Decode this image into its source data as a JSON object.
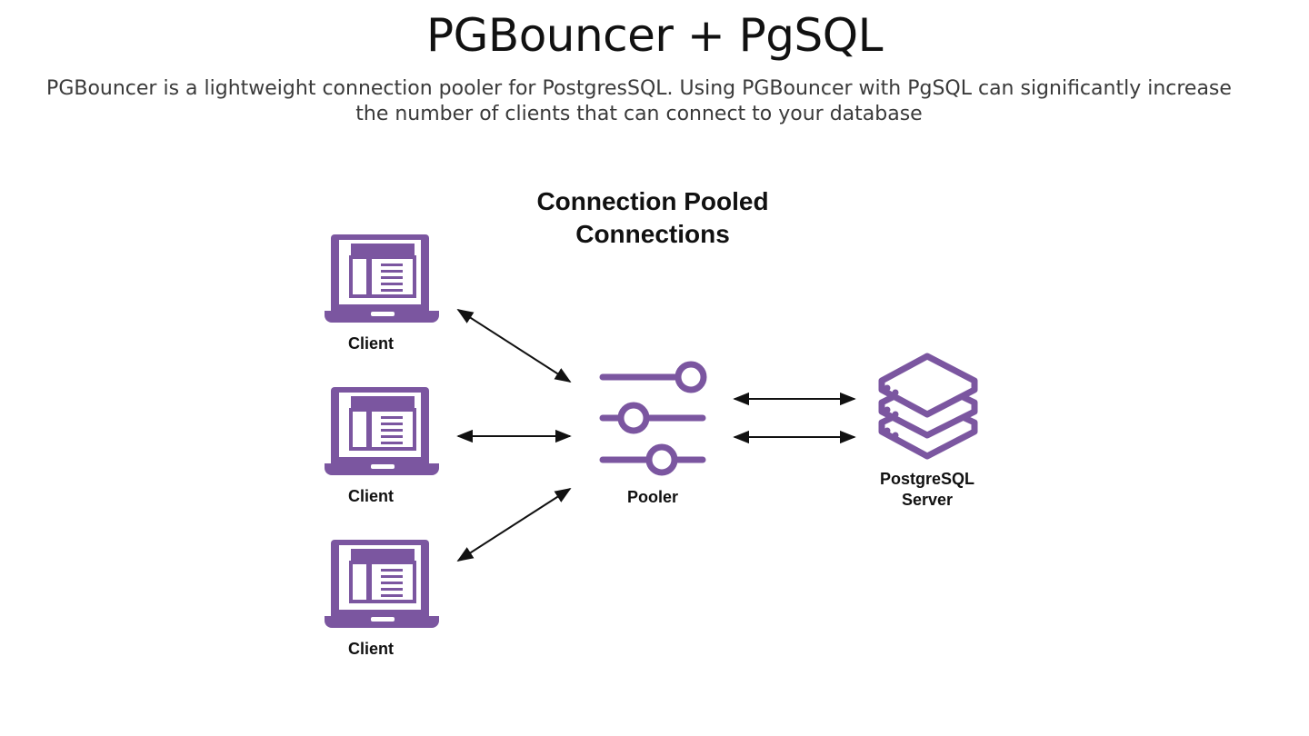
{
  "slide": {
    "title": "PGBouncer + PgSQL",
    "subtitle": "PGBouncer is a lightweight connection pooler for PostgresSQL. Using PGBouncer with PgSQL can significantly increase the number of clients that can connect to your database"
  },
  "diagram": {
    "title_line1": "Connection Pooled",
    "title_line2": "Connections",
    "clients": [
      {
        "label": "Client"
      },
      {
        "label": "Client"
      },
      {
        "label": "Client"
      }
    ],
    "pooler": {
      "label": "Pooler",
      "icon": "sliders-icon"
    },
    "server": {
      "label_line1": "PostgreSQL",
      "label_line2": "Server",
      "icon": "database-stack-icon"
    },
    "colors": {
      "accent": "#7b56a0",
      "text": "#111111"
    }
  }
}
